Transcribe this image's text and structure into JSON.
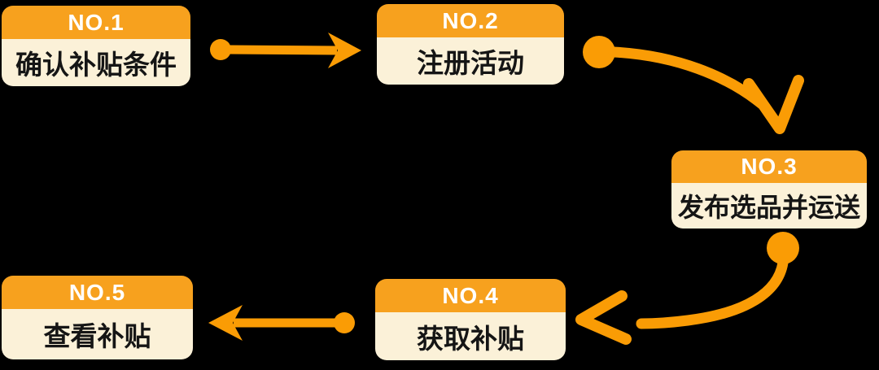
{
  "steps": [
    {
      "number": "NO.1",
      "label": "确认补贴条件"
    },
    {
      "number": "NO.2",
      "label": "注册活动"
    },
    {
      "number": "NO.3",
      "label": "发布选品并运送"
    },
    {
      "number": "NO.4",
      "label": "获取补贴"
    },
    {
      "number": "NO.5",
      "label": "查看补贴"
    }
  ],
  "connections": [
    {
      "from": "NO.1",
      "to": "NO.2",
      "shape": "straight-right"
    },
    {
      "from": "NO.2",
      "to": "NO.3",
      "shape": "curve-down-right"
    },
    {
      "from": "NO.3",
      "to": "NO.4",
      "shape": "curve-down-left"
    },
    {
      "from": "NO.4",
      "to": "NO.5",
      "shape": "straight-left"
    }
  ],
  "colors": {
    "background": "#000000",
    "step_header": "#F7A11E",
    "step_body": "#FBF1D8",
    "arrow": "#FA9C05",
    "number_text": "#FFFFFF",
    "label_text": "#151515"
  }
}
